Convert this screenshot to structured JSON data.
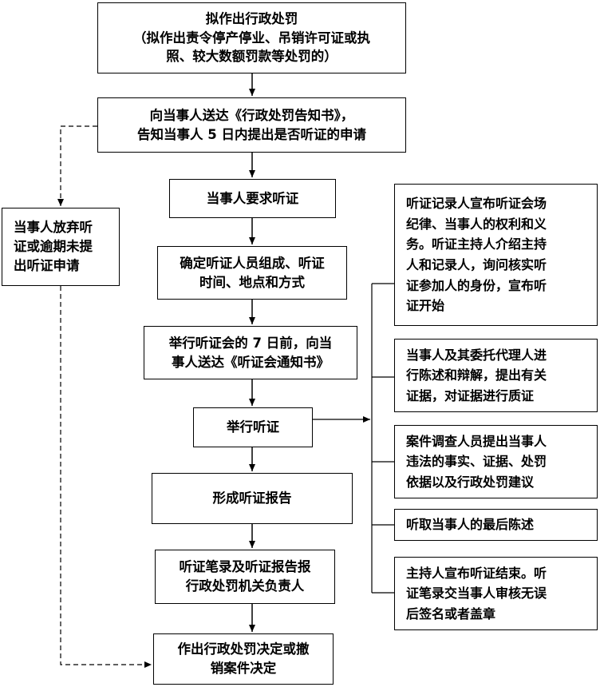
{
  "nodes": {
    "n1": {
      "line1": "拟作出行政处罚",
      "line2": "（拟作出责令停产停业、吊销许可证或执",
      "line3": "照、较大数额罚款等处罚的）"
    },
    "n2": {
      "line1": "向当事人送达《行政处罚告知书》，",
      "line2": "告知当事人 5 日内提出是否听证的申请"
    },
    "n3": {
      "line1": "当事人要求听证"
    },
    "n4": {
      "line1": "确定听证人员组成、听证",
      "line2": "时间、地点和方式"
    },
    "n5": {
      "line1": "举行听证会的 7 日前，向当",
      "line2": "事人送达《听证会通知书》"
    },
    "n6": {
      "line1": "举行听证"
    },
    "n7": {
      "line1": "形成听证报告"
    },
    "n8": {
      "line1": "听证笔录及听证报告报",
      "line2": "行政处罚机关负责人"
    },
    "n9": {
      "line1": "作出行政处罚决定或撤",
      "line2": "销案件决定"
    },
    "waive": {
      "line1": "当事人放弃听",
      "line2": "证或逾期未提",
      "line3": "出听证申请"
    },
    "s1": {
      "line1": "听证记录人宣布听证会场",
      "line2": "纪律、当事人的权利和义",
      "line3": "务。听证主持人介绍主持",
      "line4": "人和记录人，询问核实听",
      "line5": "证参加人的身份，宣布听",
      "line6": "证开始"
    },
    "s2": {
      "line1": "当事人及其委托代理人进",
      "line2": "行陈述和辩解，提出有关",
      "line3": "证据，对证据进行质证"
    },
    "s3": {
      "line1": "案件调查人员提出当事人",
      "line2": "违法的事实、证据、处罚",
      "line3": "依据以及行政处罚建议"
    },
    "s4": {
      "line1": "听取当事人的最后陈述"
    },
    "s5": {
      "line1": "主持人宣布听证结束。听",
      "line2": "证笔录交当事人审核无误",
      "line3": "后签名或者盖章"
    }
  }
}
